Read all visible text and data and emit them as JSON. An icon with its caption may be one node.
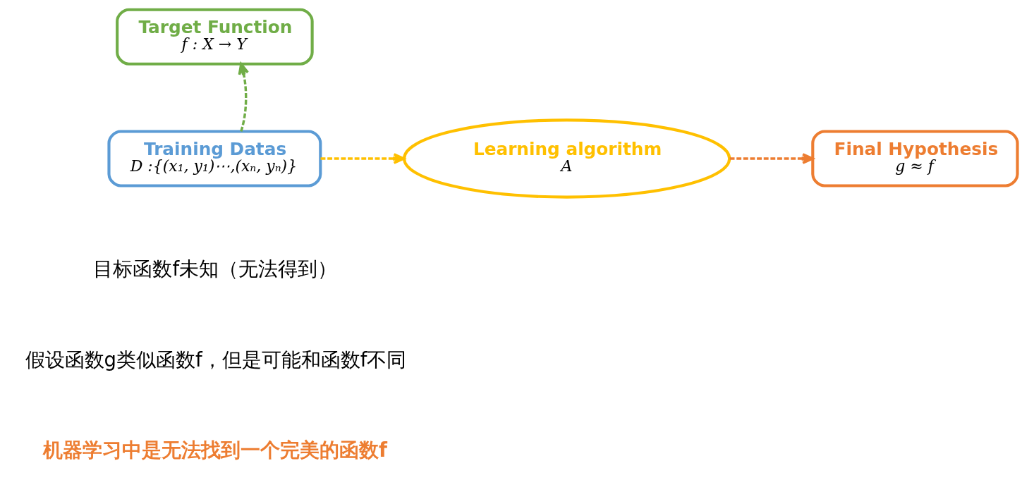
{
  "diagram": {
    "nodes": [
      {
        "text": [
          "Target Function",
          "f : X → Y"
        ]
      },
      {
        "text": [
          "Training Datas",
          "D :{(x₁, y₁)⋯,(xₙ, yₙ)}"
        ]
      },
      {
        "text": [
          "Learning algorithm",
          "A"
        ]
      },
      {
        "text": [
          "Final Hypothesis",
          "g ≈ f"
        ]
      }
    ],
    "edges": [
      {
        "from": 1,
        "to": 0,
        "arrow": "to",
        "style": "dashed",
        "color": "#70ad47"
      },
      {
        "from": 1,
        "to": 2,
        "arrow": "to",
        "style": "dashed",
        "color": "#ffc000"
      },
      {
        "from": 2,
        "to": 3,
        "arrow": "to",
        "style": "dashed",
        "color": "#ed7d31"
      }
    ],
    "labels": [
      "目标函数f未知（无法得到）",
      "假设函数g类似函数f，但是可能和函数f不同",
      "机器学习中是无法找到一个完美的函数f"
    ]
  }
}
